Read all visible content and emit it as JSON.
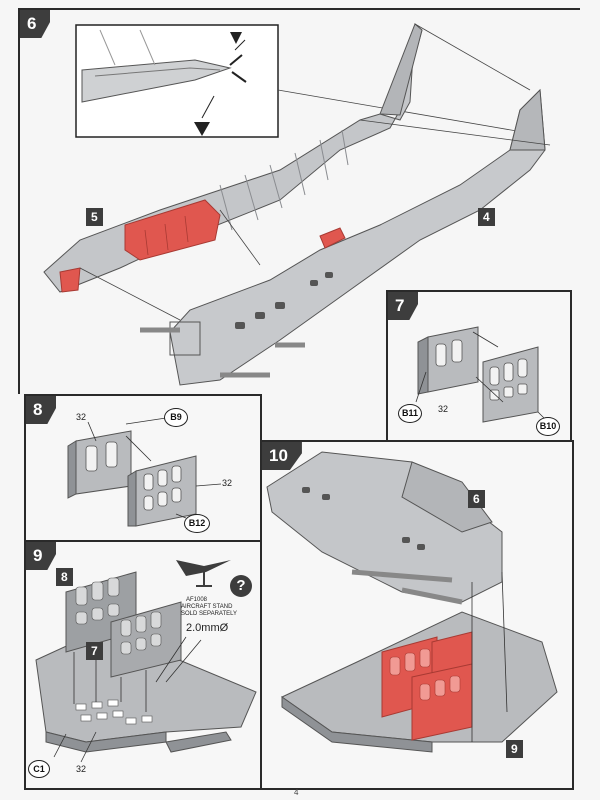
{
  "steps": {
    "s6": {
      "number": "6",
      "badge_left": "5",
      "badge_right": "4"
    },
    "s7": {
      "number": "7",
      "part_a": "B11",
      "part_b": "B10",
      "ref": "32"
    },
    "s8": {
      "number": "8",
      "part_a": "B9",
      "part_b": "B12",
      "ref_a": "32",
      "ref_b": "32"
    },
    "s9": {
      "number": "9",
      "badge_a": "8",
      "badge_b": "7",
      "part": "C1",
      "ref": "32",
      "stand_code": "AF1008",
      "stand_line1": "AIRCRAFT STAND",
      "stand_line2": "SOLD SEPARATELY",
      "drill": "2.0mmØ",
      "help_glyph": "?"
    },
    "s10": {
      "number": "10",
      "badge_a": "6",
      "badge_b": "9"
    }
  },
  "colors": {
    "frame": "#2a2a2a",
    "part_grey": "#b9bbbe",
    "part_dark": "#8f9296",
    "highlight": "#e0574f",
    "badge": "#3d3d3d"
  },
  "page_number": "4"
}
